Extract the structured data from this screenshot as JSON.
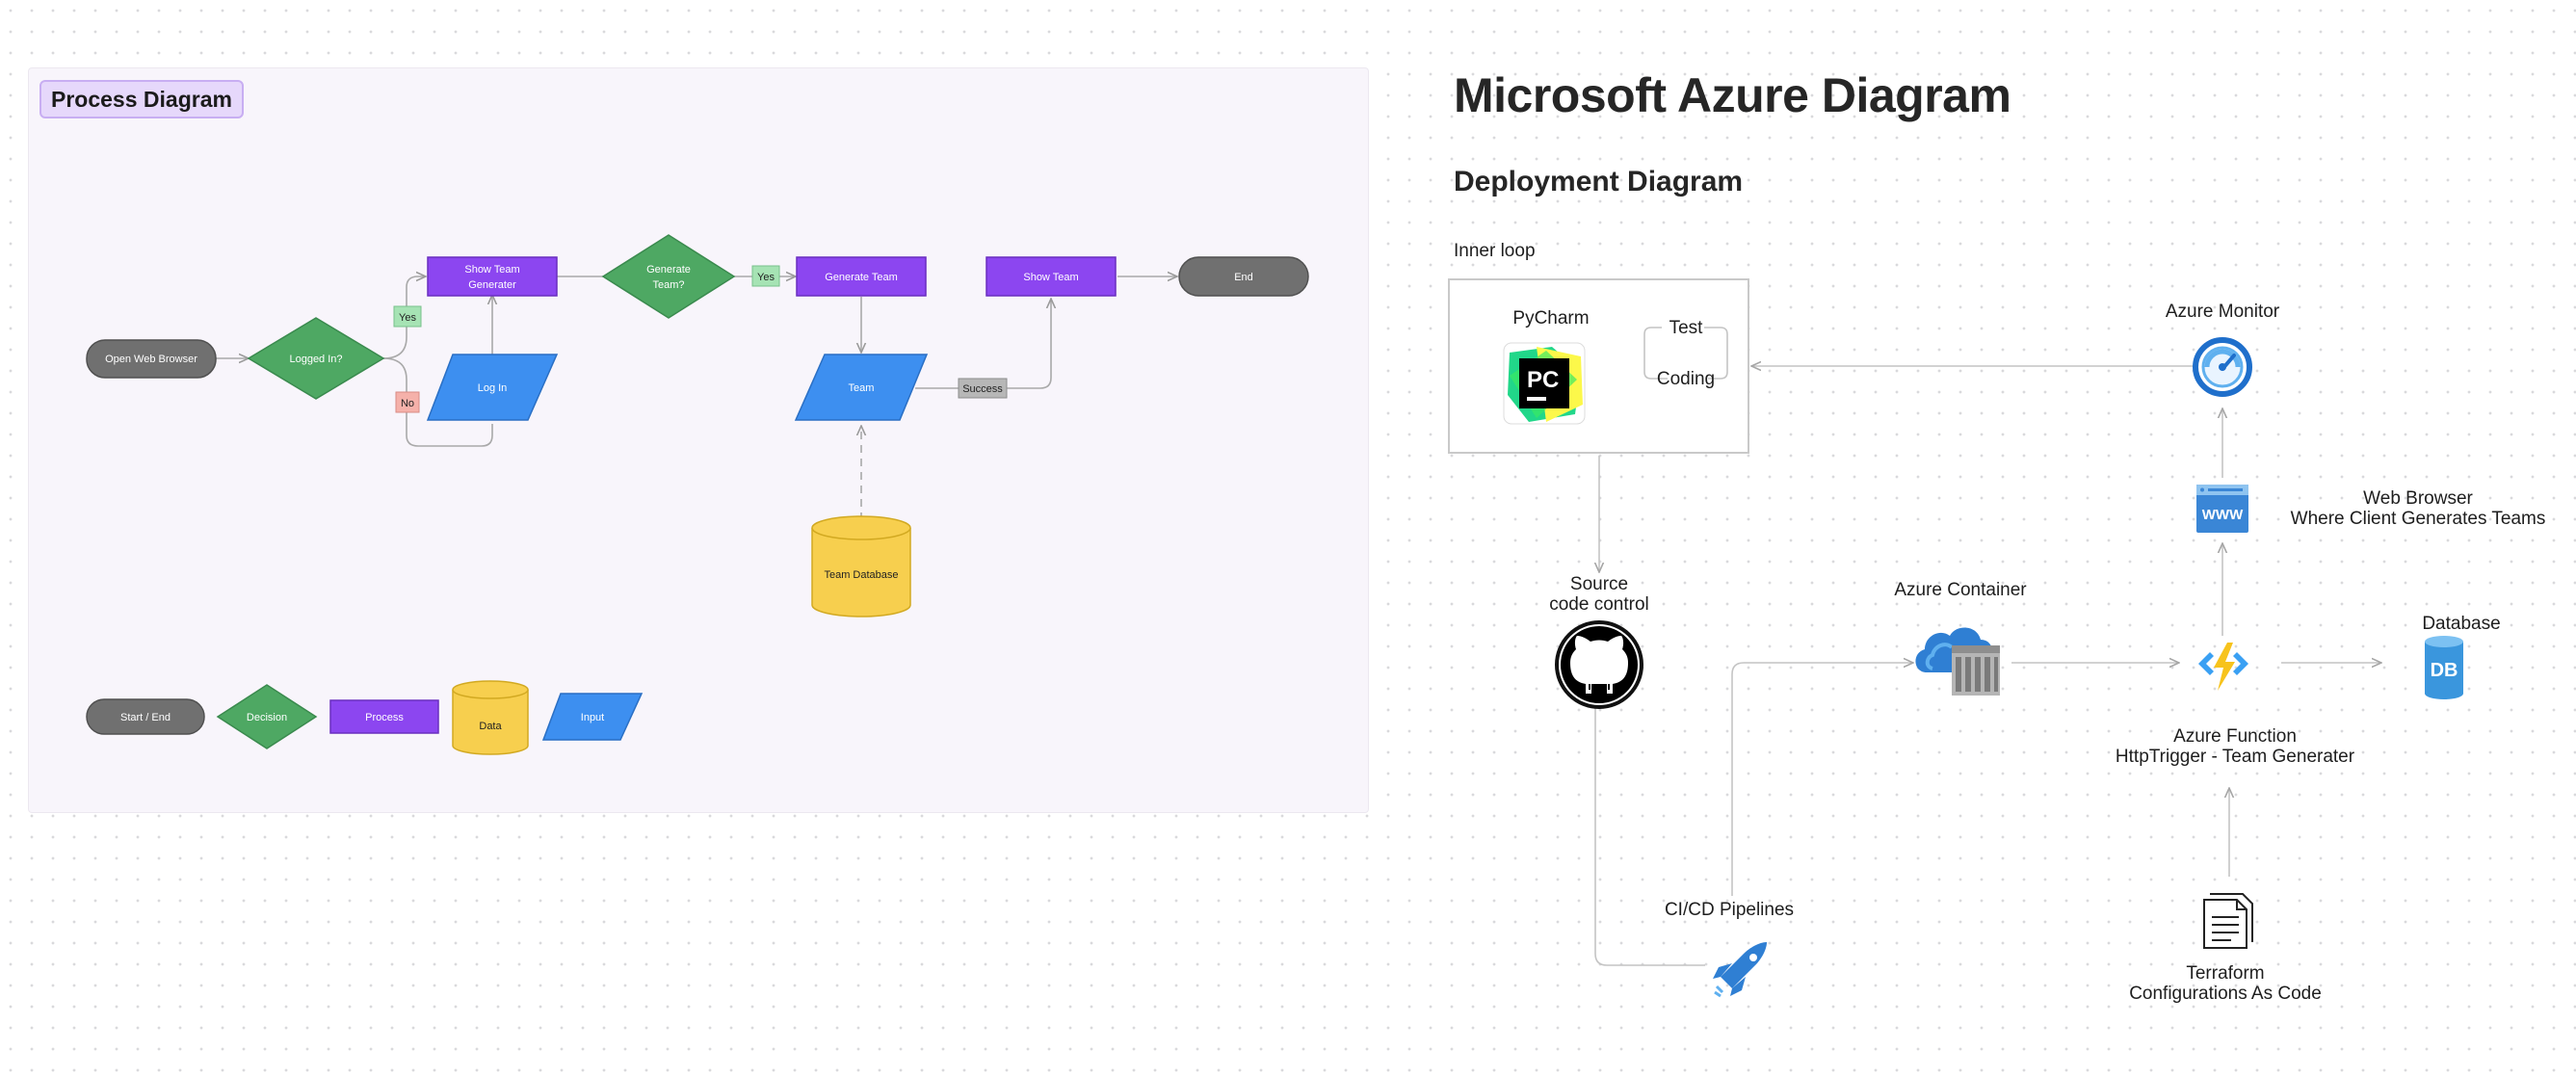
{
  "process": {
    "frame_title": "Process Diagram",
    "nodes": {
      "open_browser": "Open Web Browser",
      "logged_in": "Logged In?",
      "show_generator_1": "Show Team",
      "show_generator_2": "Generater",
      "log_in": "Log In",
      "generate_q_1": "Generate",
      "generate_q_2": "Team?",
      "generate_team": "Generate Team",
      "team": "Team",
      "show_team": "Show Team",
      "end": "End",
      "team_db": "Team Database"
    },
    "edge_labels": {
      "yes_login": "Yes",
      "no_login": "No",
      "yes_generate": "Yes",
      "success": "Success"
    },
    "legend": {
      "start_end": "Start / End",
      "decision": "Decision",
      "process": "Process",
      "data": "Data",
      "input": "Input"
    },
    "colors": {
      "terminal": "#707070",
      "decision": "#4ea863",
      "process": "#8c46f0",
      "input": "#3d8ff0",
      "data": "#f7cf4e",
      "yes_badge": "#a6e3b4",
      "no_badge": "#f5b1aa",
      "success_badge": "#b7b7b7"
    }
  },
  "azure": {
    "title": "Microsoft Azure Diagram",
    "subtitle": "Deployment Diagram",
    "inner_loop": {
      "label": "Inner loop",
      "pycharm": "PyCharm",
      "pycharm_badge": "PC",
      "test": "Test",
      "coding": "Coding"
    },
    "azure_monitor": "Azure Monitor",
    "web_browser": {
      "line1": "Web Browser",
      "line2": "Where Client Generates Teams",
      "icon_text": "WWW"
    },
    "source_control": {
      "line1": "Source",
      "line2": "code control"
    },
    "azure_container": "Azure Container",
    "azure_function": {
      "line1": "Azure Function",
      "line2": "HttpTrigger - Team Generater"
    },
    "database": {
      "label": "Database",
      "icon_text": "DB"
    },
    "cicd": "CI/CD Pipelines",
    "terraform": {
      "line1": "Terraform",
      "line2": "Configurations As Code"
    },
    "colors": {
      "azure_blue": "#2f7fd3",
      "azure_light": "#5fb0ef",
      "function_yellow": "#f7c31c"
    }
  }
}
